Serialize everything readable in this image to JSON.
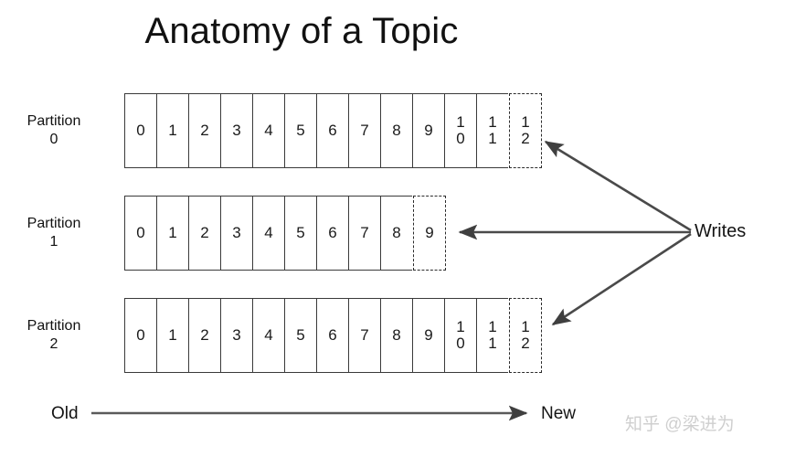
{
  "title": "Anatomy of a Topic",
  "partitions": [
    {
      "label_name": "Partition",
      "label_index": "0",
      "committed": [
        "0",
        "1",
        "2",
        "3",
        "4",
        "5",
        "6",
        "7",
        "8",
        "9",
        "10",
        "11"
      ],
      "pending": "12"
    },
    {
      "label_name": "Partition",
      "label_index": "1",
      "committed": [
        "0",
        "1",
        "2",
        "3",
        "4",
        "5",
        "6",
        "7",
        "8"
      ],
      "pending": "9"
    },
    {
      "label_name": "Partition",
      "label_index": "2",
      "committed": [
        "0",
        "1",
        "2",
        "3",
        "4",
        "5",
        "6",
        "7",
        "8",
        "9",
        "10",
        "11"
      ],
      "pending": "12"
    }
  ],
  "writes": {
    "label": "Writes",
    "arrow_count": 3
  },
  "timeline": {
    "start_label": "Old",
    "end_label": "New"
  },
  "watermark": "知乎 @梁进为",
  "colors": {
    "stroke": "#3a3a3a",
    "arrow": "#4a4a4a",
    "text": "#141414",
    "background": "#ffffff",
    "watermark": "#cfcfcf"
  }
}
